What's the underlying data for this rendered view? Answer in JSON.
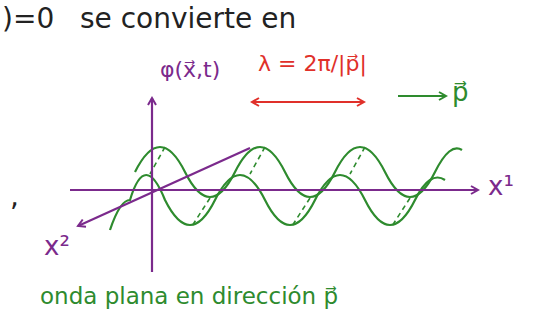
{
  "diagram": {
    "labels": [
      ")=0",
      "se convierte en",
      "φ(x⃗,t)",
      "λ = 2π/|p⃗|",
      "p⃗",
      "x¹",
      "x²",
      ",",
      "onda plana en dirección p⃗"
    ]
  }
}
